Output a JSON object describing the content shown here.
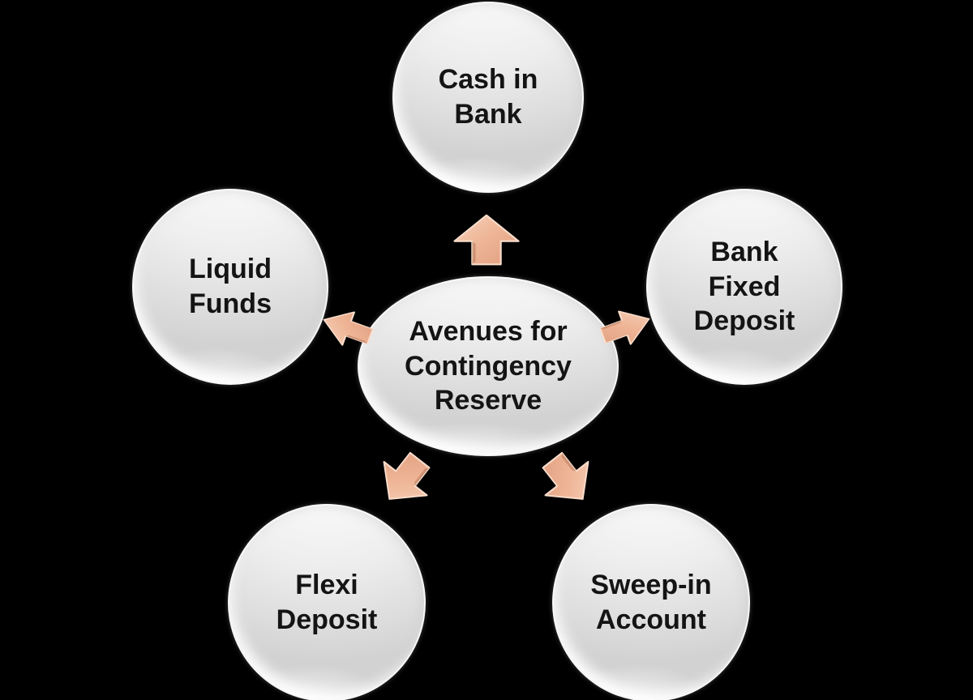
{
  "diagram": {
    "type": "radial-cycle",
    "center_node": {
      "id": "avenues-for-contingency-reserve",
      "label": "Avenues for\nContingency\nReserve",
      "shape": "ellipse"
    },
    "nodes": [
      {
        "id": "cash-in-bank",
        "label": "Cash in\nBank",
        "position": "top"
      },
      {
        "id": "bank-fixed-deposit",
        "label": "Bank\nFixed\nDeposit",
        "position": "right"
      },
      {
        "id": "sweep-in-account",
        "label": "Sweep-in\nAccount",
        "position": "bottom-right"
      },
      {
        "id": "flexi-deposit",
        "label": "Flexi\nDeposit",
        "position": "bottom-left"
      },
      {
        "id": "liquid-funds",
        "label": "Liquid\nFunds",
        "position": "left"
      }
    ],
    "arrows": [
      {
        "from": "center",
        "to": "cash-in-bank",
        "direction": "up"
      },
      {
        "from": "center",
        "to": "bank-fixed-deposit",
        "direction": "up-right"
      },
      {
        "from": "center",
        "to": "sweep-in-account",
        "direction": "down-right"
      },
      {
        "from": "center",
        "to": "flexi-deposit",
        "direction": "down-left"
      },
      {
        "from": "center",
        "to": "liquid-funds",
        "direction": "up-left"
      }
    ],
    "colors": {
      "background": "#000000",
      "node_fill_light": "#fbfbfb",
      "node_fill_dark": "#d2d2d2",
      "node_border": "#fafafa",
      "node_text": "#141414",
      "arrow_highlight": "#f7d2bd",
      "arrow_mid": "#eeb495",
      "arrow_shadow": "#e09d7f",
      "arrow_edge": "#f9ddcc"
    }
  }
}
